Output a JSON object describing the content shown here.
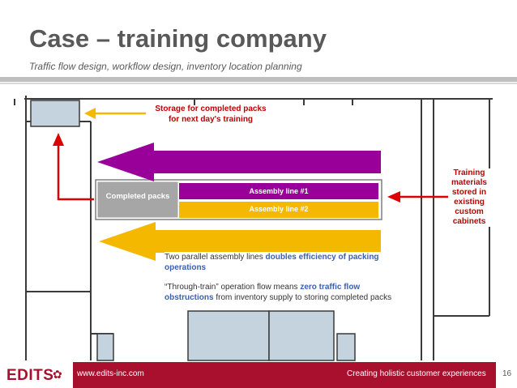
{
  "slide": {
    "title": "Case – training company",
    "subtitle": "Traffic flow design, workflow design, inventory location planning"
  },
  "floorplan": {
    "storage_label_line1": "Storage for completed packs",
    "storage_label_line2": "for next day's training",
    "training_label": [
      "Training",
      "materials",
      "stored in",
      "existing",
      "custom",
      "cabinets"
    ],
    "completed_packs": "Completed packs",
    "assembly_line_1": "Assembly line #1",
    "assembly_line_2": "Assembly line #2"
  },
  "notes": {
    "note1_pre": "Two parallel assembly lines ",
    "note1_bold": "doubles efficiency of packing operations",
    "note2_pre": "“Through-train” operation flow means ",
    "note2_bold": "zero traffic flow obstructions",
    "note2_post": " from inventory supply to storing completed packs"
  },
  "footer": {
    "logo": "EDITS",
    "url": "www.edits-inc.com",
    "tagline": "Creating holistic customer experiences",
    "page_number": "16"
  },
  "colors": {
    "purple": "#990099",
    "amber": "#f5b800",
    "red": "#dd0000",
    "footer": "#a8102e",
    "room": "#c5d3de"
  }
}
